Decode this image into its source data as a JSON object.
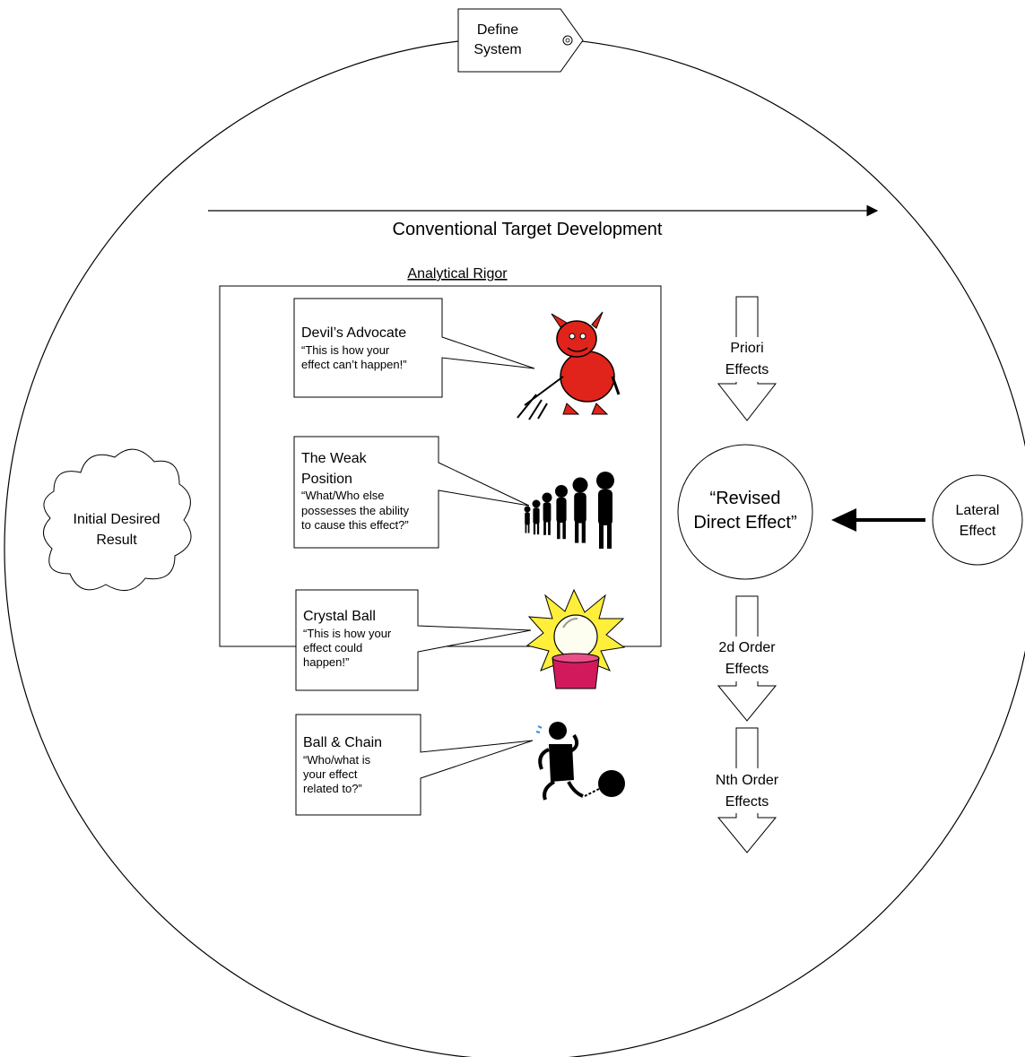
{
  "tag": {
    "line1": "Define",
    "line2": "System"
  },
  "top_arrow_label": "Conventional Target Development",
  "panel": {
    "title": "Analytical Rigor"
  },
  "callouts": [
    {
      "title": "Devil’s Advocate",
      "lines": [
        "“This is how your",
        "effect can’t happen!”"
      ],
      "icon": "devil-icon"
    },
    {
      "title_lines": [
        "The Weak",
        "Position"
      ],
      "lines": [
        "“What/Who else",
        "possesses the ability",
        "to cause this effect?”"
      ],
      "icon": "silhouettes-icon"
    },
    {
      "title": "Crystal Ball",
      "lines": [
        "“This is how your",
        "effect could",
        "happen!”"
      ],
      "icon": "crystal-ball-icon"
    },
    {
      "title": "Ball & Chain",
      "lines": [
        "“Who/what is",
        "your effect",
        "related to?”"
      ],
      "icon": "ball-and-chain-icon"
    }
  ],
  "cloud": {
    "line1": "Initial Desired",
    "line2": "Result"
  },
  "center": {
    "line1": "“Revised",
    "line2": "Direct Effect”"
  },
  "lateral": {
    "line1": "Lateral",
    "line2": "Effect"
  },
  "arrows": [
    {
      "line1": "Priori",
      "line2": "Effects"
    },
    {
      "line1": "2d Order",
      "line2": "Effects"
    },
    {
      "line1": "Nth Order",
      "line2": "Effects"
    }
  ]
}
